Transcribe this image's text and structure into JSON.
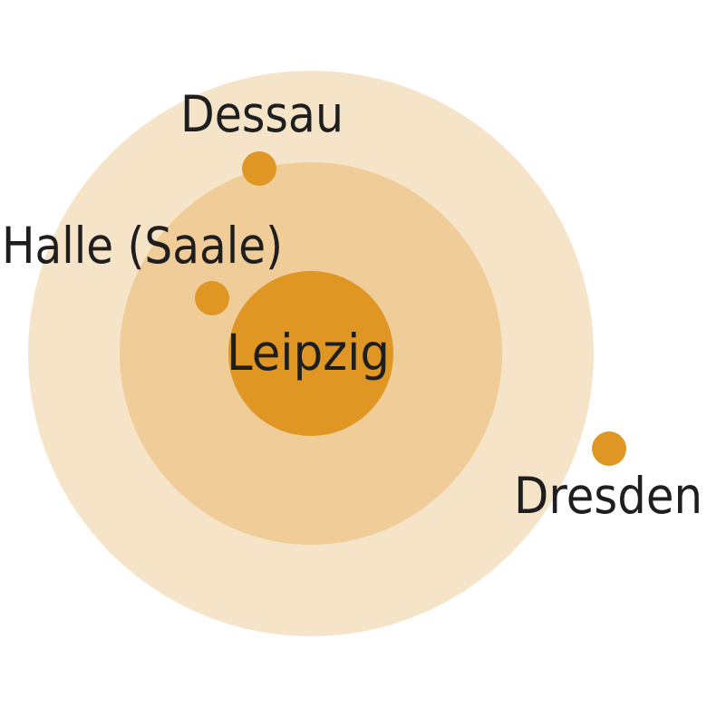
{
  "colors": {
    "outer_ring": "#f6e4c9",
    "middle_ring": "#efcc98",
    "core": "#df9622",
    "city_dot": "#df9622",
    "label_text": "#1e1e1e"
  },
  "center_city": {
    "name": "Leipzig"
  },
  "cities": [
    {
      "id": "dessau",
      "name": "Dessau"
    },
    {
      "id": "halle",
      "name": "Halle (Saale)"
    },
    {
      "id": "dresden",
      "name": "Dresden"
    }
  ]
}
